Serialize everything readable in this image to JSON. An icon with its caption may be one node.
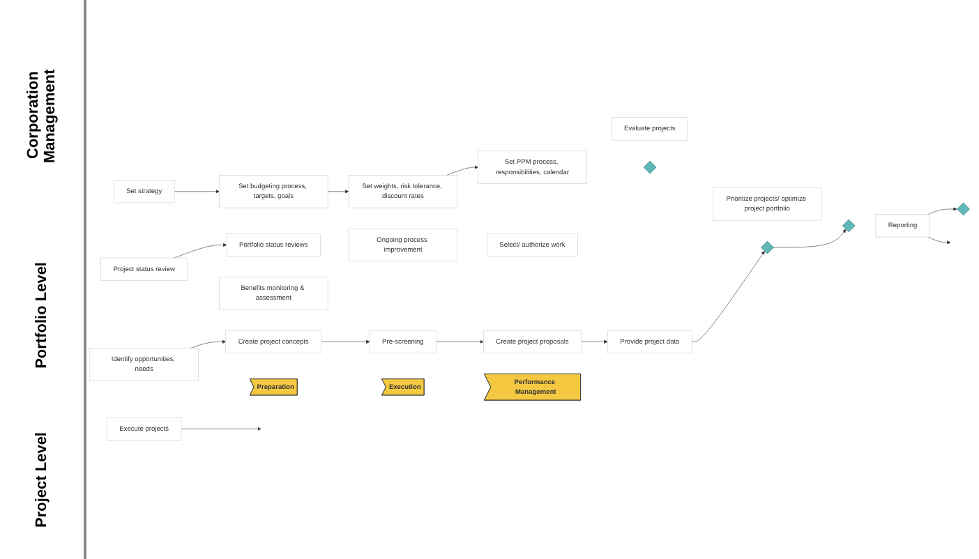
{
  "diagram": {
    "nodes": [
      {
        "text": [
          "Set strategy"
        ]
      },
      {
        "text": [
          "Set budgeting process, targets, goals"
        ]
      },
      {
        "text": [
          "Set weights, risk tolerance, discount rates"
        ]
      },
      {
        "text": [
          "Select/ authorize work"
        ]
      },
      {
        "text": [],
        "shape": "diamond"
      },
      {
        "text": [
          "Set PPM process, responsibilities, calendar"
        ]
      },
      {
        "text": [
          "Evaluate projects"
        ]
      },
      {
        "text": [
          "Prioritize projects/ optimize project portfolio"
        ]
      },
      {
        "text": [
          "Reporting"
        ]
      },
      {
        "text": [
          "Portfolio status reviews"
        ]
      },
      {
        "text": [
          "Ongoing process improvement"
        ]
      },
      {
        "text": [],
        "shape": "diamond"
      },
      {
        "text": [],
        "shape": "diamond"
      },
      {
        "text": [],
        "shape": "diamond"
      },
      {
        "text": [
          "Pre-screening"
        ]
      },
      {
        "text": [
          "Provide project data"
        ]
      },
      {
        "text": [
          "Benefits monitoring & assessment"
        ]
      },
      {
        "text": [
          "Create project concepts"
        ]
      },
      {
        "text": [
          "Project status review"
        ]
      },
      {
        "text": [
          "Identify opportunities, needs"
        ]
      },
      {
        "text": [
          "Create project proposals"
        ]
      },
      {
        "text": [
          "Execute projects"
        ]
      },
      {
        "text": [
          "Preparation"
        ]
      },
      {
        "text": [
          "Execution"
        ]
      },
      {
        "text": [
          "Performance Management"
        ]
      }
    ],
    "edges": [
      {
        "from": 0,
        "to": 1,
        "arrow": "to"
      },
      {
        "from": 1,
        "to": 2,
        "arrow": "to"
      },
      {
        "from": 2,
        "to": 5,
        "arrow": "to"
      },
      {
        "from": 19,
        "to": 17,
        "arrow": "to"
      },
      {
        "from": 17,
        "to": 14,
        "arrow": "to"
      },
      {
        "from": 14,
        "to": 20,
        "arrow": "to"
      },
      {
        "from": 20,
        "to": 15,
        "arrow": "to"
      },
      {
        "from": 15,
        "to": 12,
        "arrow": "to"
      },
      {
        "from": 12,
        "to": 13,
        "arrow": "to"
      },
      {
        "from": 8,
        "to": 4,
        "arrow": "to"
      },
      {
        "from": 8,
        "to": null,
        "arrow": "to"
      },
      {
        "from": 18,
        "to": 9,
        "arrow": "to"
      },
      {
        "from": 21,
        "to": null,
        "arrow": "to"
      }
    ],
    "labels": [
      "Corporation Management",
      "Portfolio Level",
      "Project Level"
    ]
  }
}
